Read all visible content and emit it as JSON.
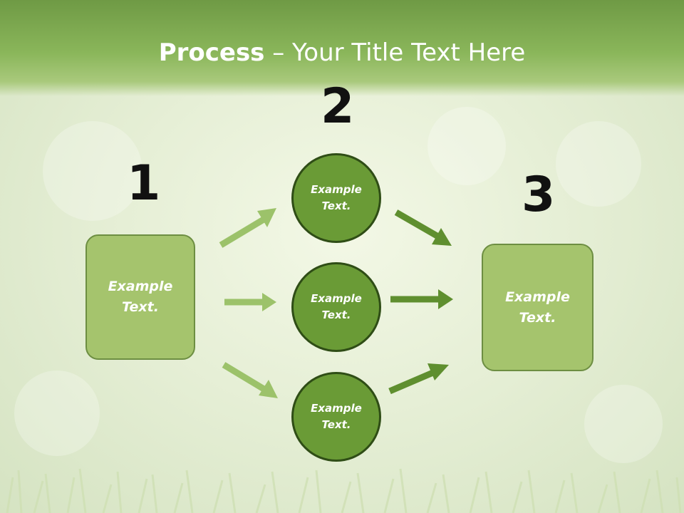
{
  "slide": {
    "title_bold": "Process",
    "title_rest": " – Your Title Text Here"
  },
  "steps": [
    {
      "number": "1",
      "label": "Example\nText."
    },
    {
      "number": "2",
      "items": [
        {
          "label": "Example\nText."
        },
        {
          "label": "Example\nText."
        },
        {
          "label": "Example\nText."
        }
      ]
    },
    {
      "number": "3",
      "label": "Example\nText."
    }
  ],
  "colors": {
    "header": "#8ab65a",
    "box_fill": "#a5c46d",
    "circle_fill": "#6a9b36",
    "arrow_light": "#9cc26a",
    "arrow_dark": "#5f8f2f"
  }
}
